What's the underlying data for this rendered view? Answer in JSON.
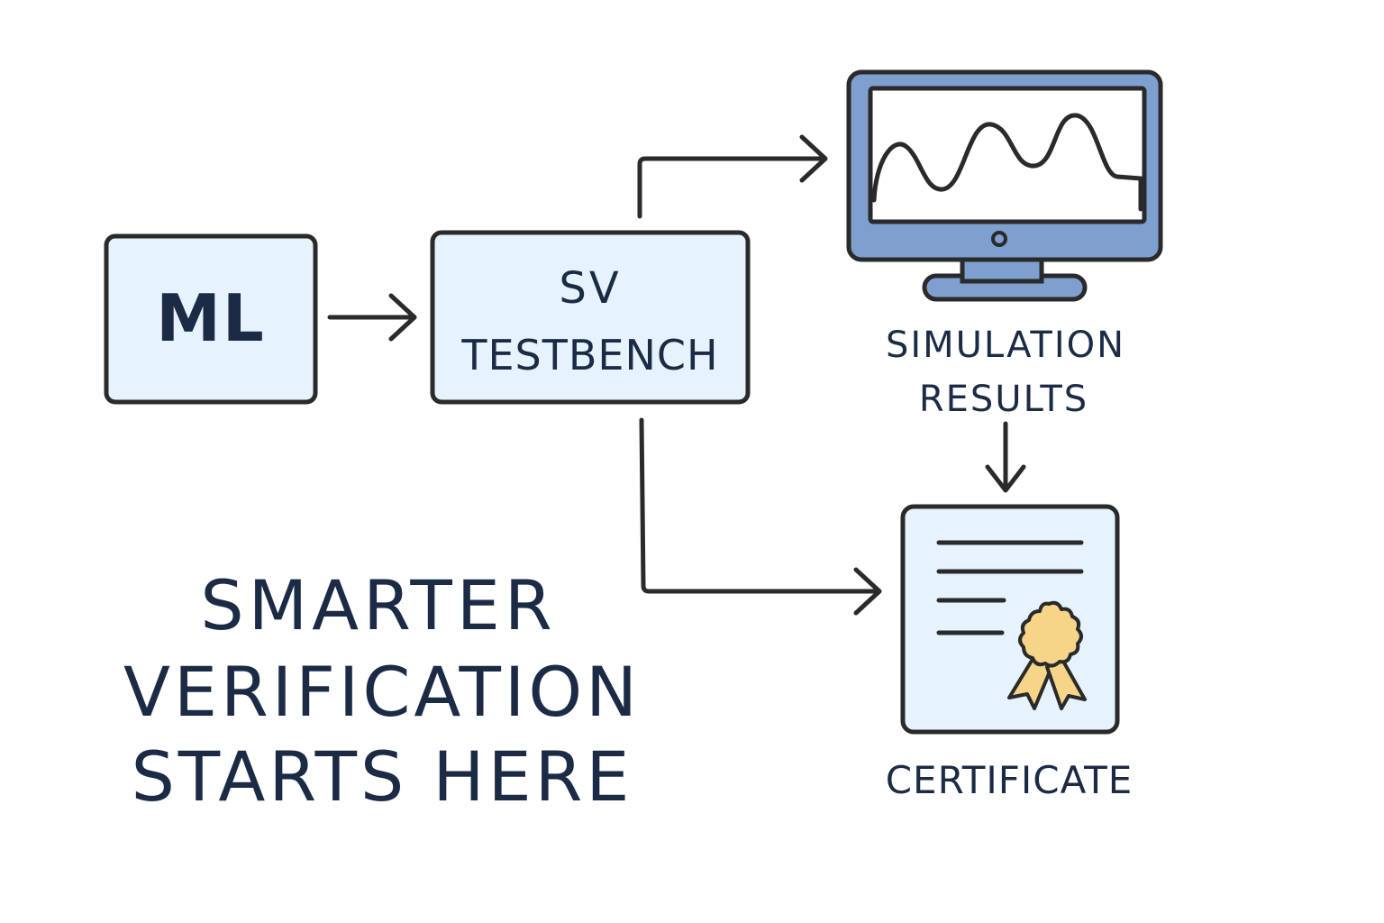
{
  "nodes": {
    "ml": {
      "label": "ML"
    },
    "testbench": {
      "line1": "SV",
      "line2": "TESTBENCH"
    },
    "simulation": {
      "line1": "SIMULATION",
      "line2": "RESULTS"
    },
    "certificate": {
      "label": "CERTIFICATE"
    }
  },
  "tagline": {
    "line1": "SMARTER",
    "line2": "VERIFICATION",
    "line3": "STARTS HERE"
  },
  "colors": {
    "ink": "#2a2a2a",
    "text": "#1c2b45",
    "box_fill": "#e6f3fc",
    "monitor_blue": "#7f9fcf",
    "seal_gold": "#f6d488"
  }
}
